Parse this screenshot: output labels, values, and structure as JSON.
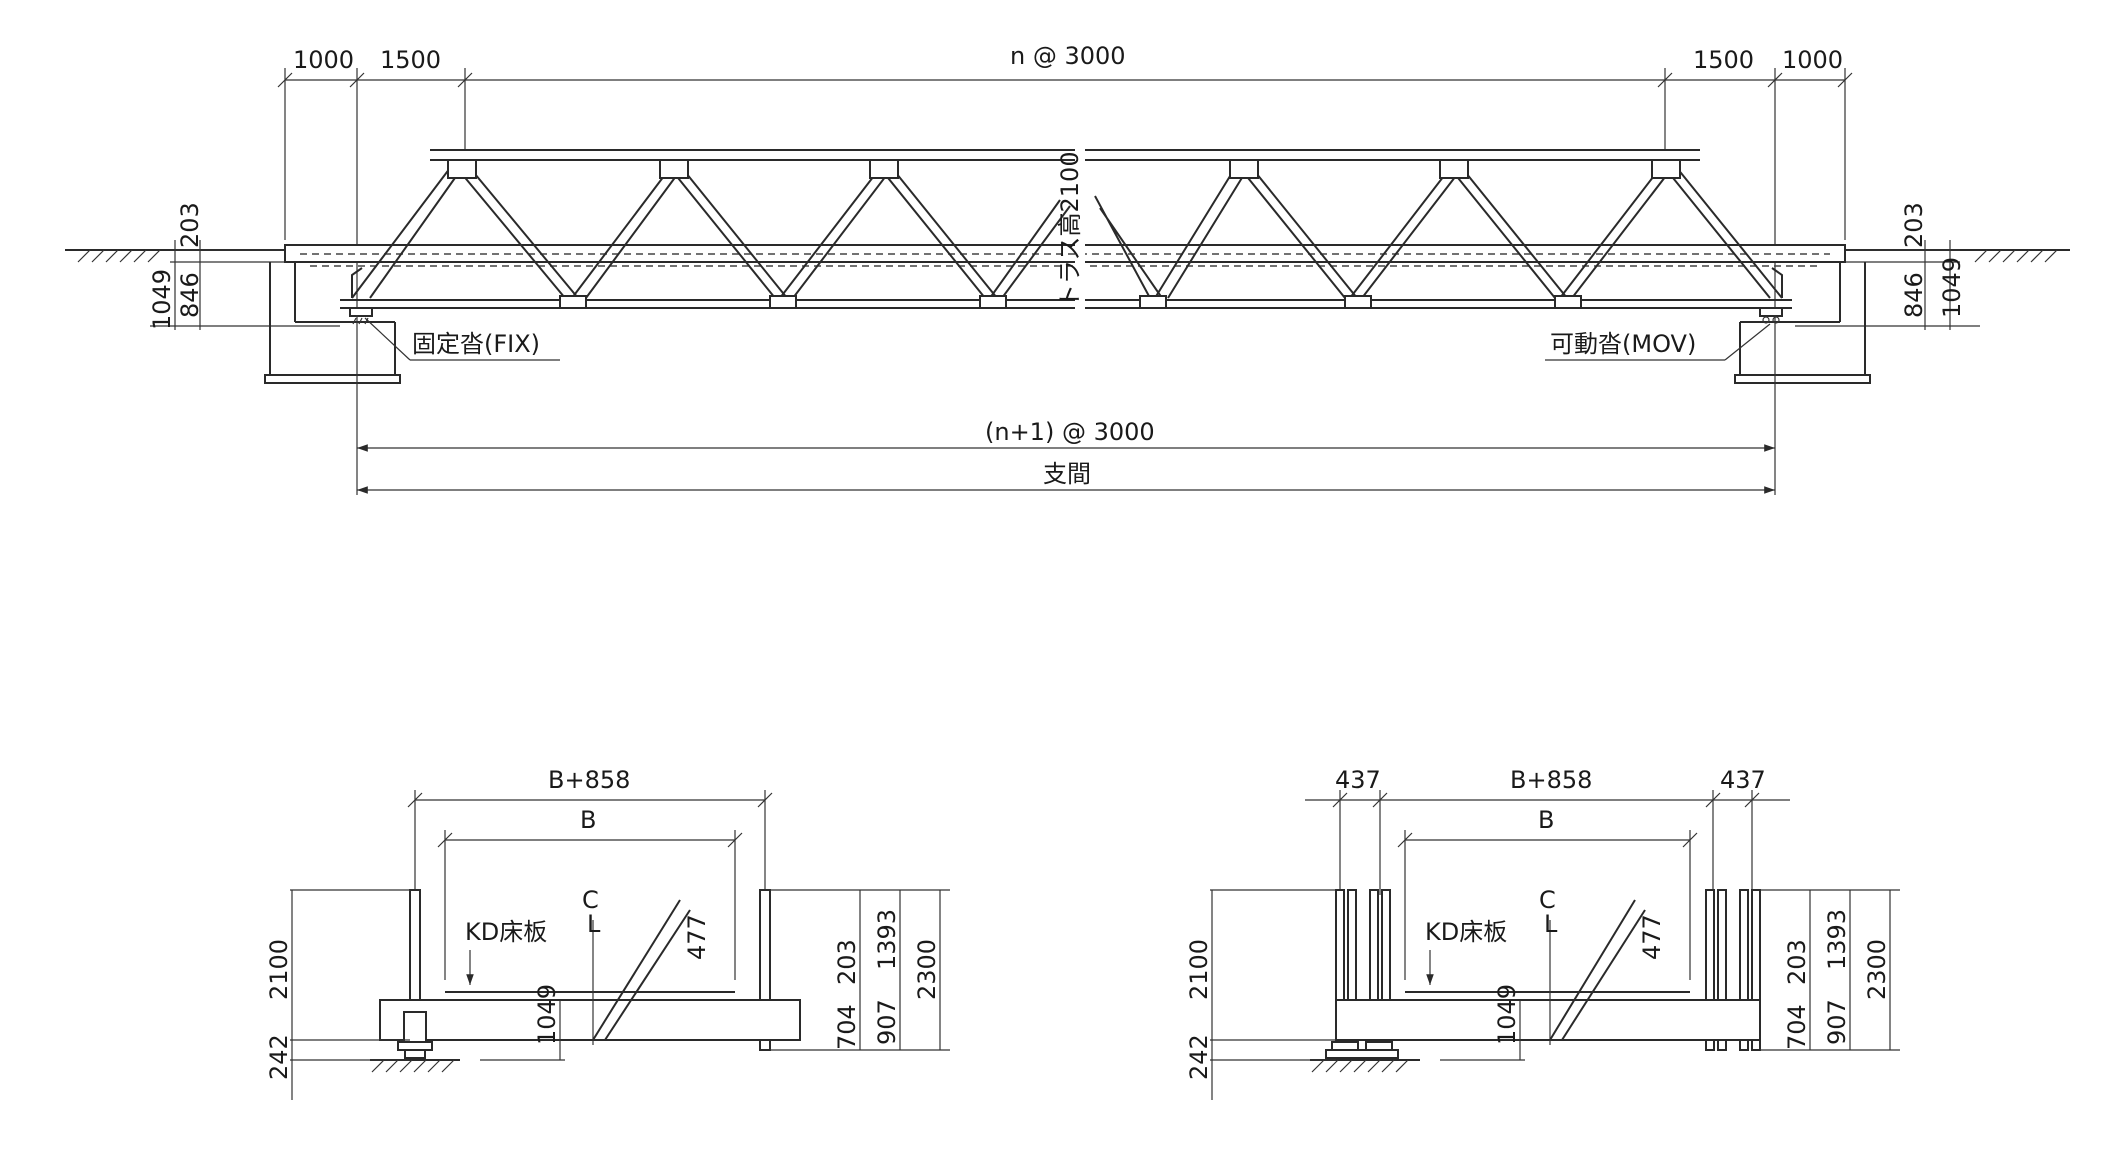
{
  "elevation": {
    "dim_left_1000": "1000",
    "dim_left_1500": "1500",
    "dim_top_span": "n @ 3000",
    "dim_right_1500": "1500",
    "dim_right_1000": "1000",
    "dim_left_203": "203",
    "dim_left_846": "846",
    "dim_left_1049": "1049",
    "dim_right_203": "203",
    "dim_right_846": "846",
    "dim_right_1049": "1049",
    "truss_height": "トラス高2100",
    "bearing_fix": "固定沓(FIX)",
    "bearing_mov": "可動沓(MOV)",
    "dim_panels": "(n+1) @ 3000",
    "dim_span": "支間"
  },
  "section_left": {
    "dim_b858": "B+858",
    "dim_b": "B",
    "centerline_c": "C",
    "centerline_l": "L",
    "deck_label": "KD床板",
    "dim_477": "477",
    "dim_2100": "2100",
    "dim_242": "242",
    "dim_1049": "1049",
    "dim_203": "203",
    "dim_704": "704",
    "dim_1393": "1393",
    "dim_907": "907",
    "dim_2300": "2300"
  },
  "section_right": {
    "dim_437_left": "437",
    "dim_b858": "B+858",
    "dim_437_right": "437",
    "dim_b": "B",
    "centerline_c": "C",
    "centerline_l": "L",
    "deck_label": "KD床板",
    "dim_477": "477",
    "dim_2100": "2100",
    "dim_242": "242",
    "dim_1049": "1049",
    "dim_203": "203",
    "dim_704": "704",
    "dim_1393": "1393",
    "dim_907": "907",
    "dim_2300": "2300"
  }
}
